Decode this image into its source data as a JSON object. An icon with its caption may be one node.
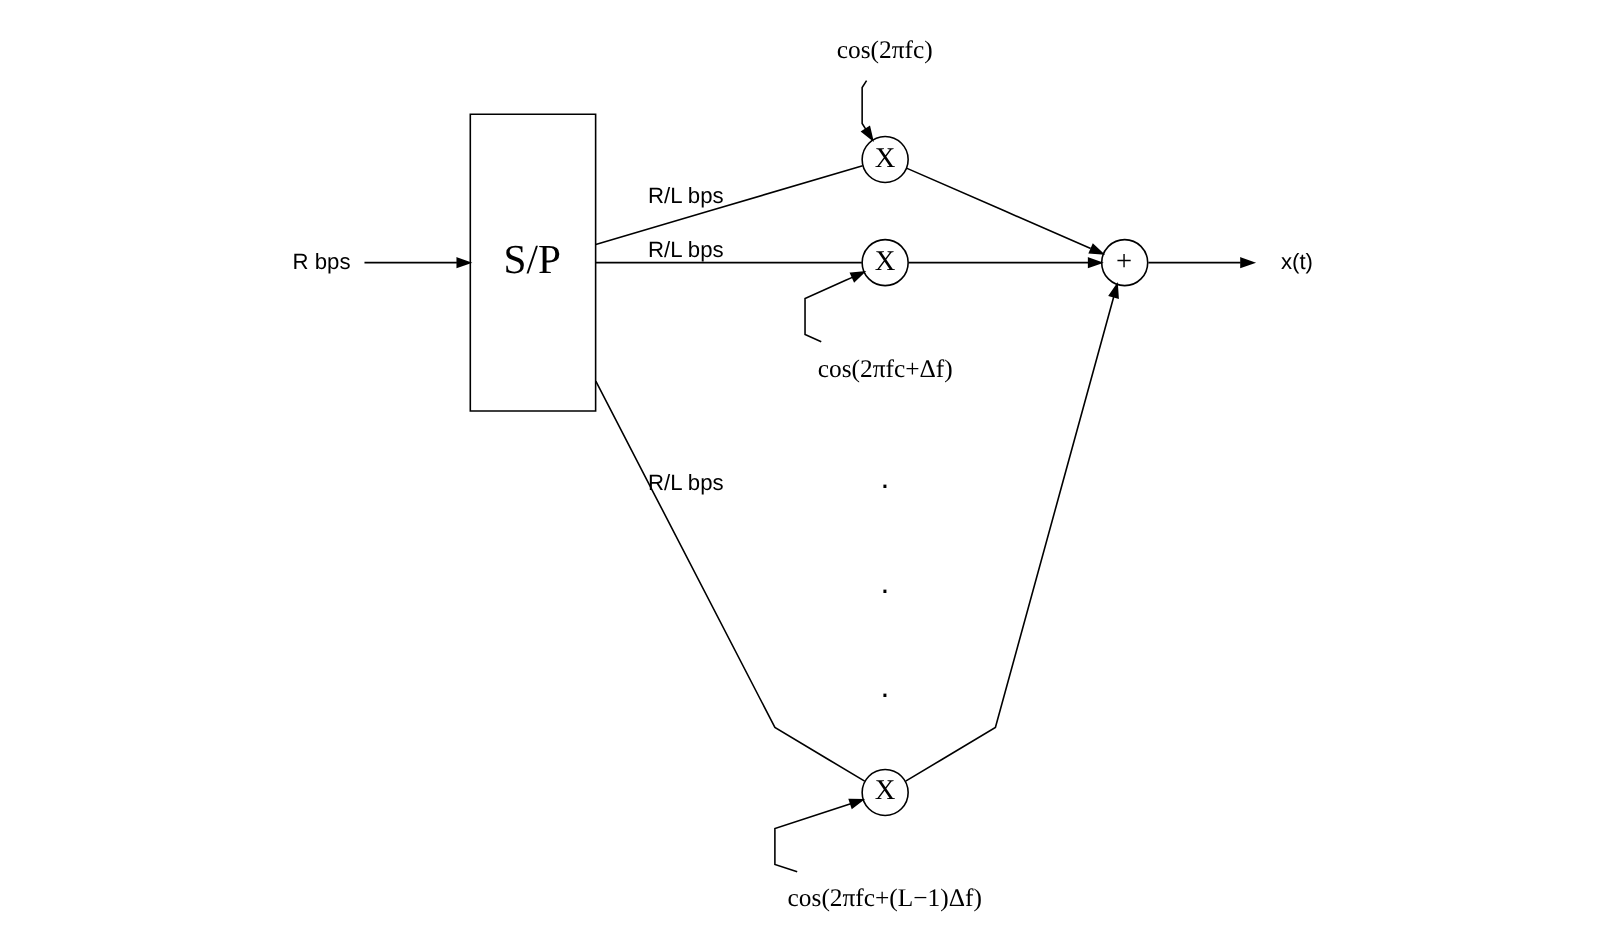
{
  "diagram": {
    "nodes": [
      {
        "text": [
          "R bps"
        ]
      },
      {
        "text": [
          "S/P"
        ]
      },
      {
        "text": [
          "X"
        ]
      },
      {
        "text": [
          "X"
        ]
      },
      {
        "text": [
          "X"
        ]
      },
      {
        "text": [
          "+"
        ]
      },
      {
        "text": [
          "x(t)"
        ]
      },
      {
        "text": [
          "cos(2πfc)"
        ]
      },
      {
        "text": [
          "cos(2πfc+Δf)"
        ]
      },
      {
        "text": [
          "cos(2πfc+(L−1)Δf)"
        ]
      }
    ],
    "edges": [
      {
        "from": 0,
        "to": 1,
        "arrow": "to"
      },
      {
        "from": 1,
        "to": 2,
        "arrow": "none",
        "label": "R/L bps"
      },
      {
        "from": 1,
        "to": 3,
        "arrow": "none",
        "label": "R/L bps"
      },
      {
        "from": 1,
        "to": 4,
        "arrow": "none",
        "label": "R/L bps"
      },
      {
        "from": 2,
        "to": 5,
        "arrow": "to"
      },
      {
        "from": 3,
        "to": 5,
        "arrow": "to"
      },
      {
        "from": 4,
        "to": 5,
        "arrow": "to"
      },
      {
        "from": 5,
        "to": 6,
        "arrow": "to"
      },
      {
        "from": 7,
        "to": 2,
        "arrow": "to"
      },
      {
        "from": 8,
        "to": 3,
        "arrow": "to"
      },
      {
        "from": 9,
        "to": 4,
        "arrow": "to"
      }
    ],
    "labels": [
      ".",
      ".",
      "."
    ]
  }
}
